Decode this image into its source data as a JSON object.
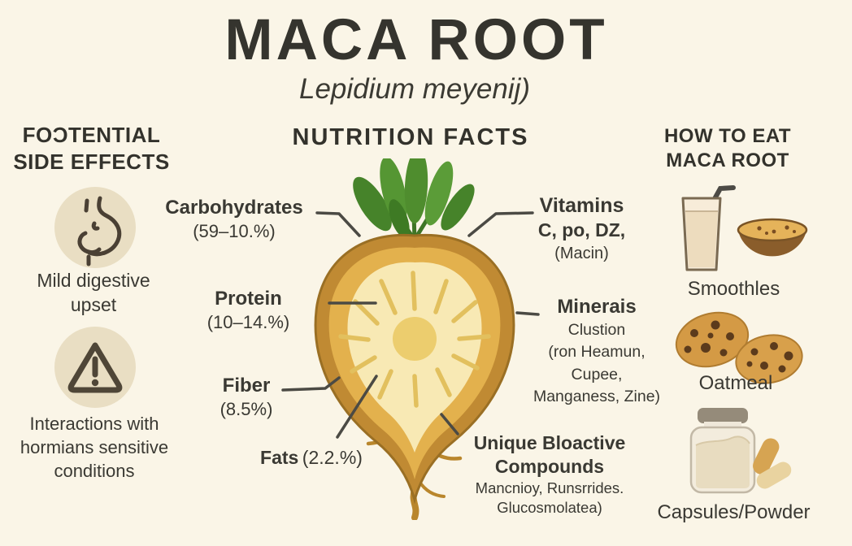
{
  "colors": {
    "background": "#FAF5E7",
    "text": "#3A3933",
    "icon_circle_tan": "#E9DEC3",
    "root_outer": "#C08A33",
    "root_ring": "#E3B14D",
    "root_flesh": "#F8E9B4",
    "leaf_green": "#4F8D2E",
    "leader_line": "#4B4A44"
  },
  "header": {
    "title": "MACA ROOT",
    "subtitle": "Lepidium meyenij)"
  },
  "side_effects": {
    "heading": "FOƆTENTIAL\nSIDE EFFECTS",
    "items": [
      {
        "icon": "stomach-icon",
        "label": "Mild digestive\nupset"
      },
      {
        "icon": "warning-triangle-icon",
        "label": "Interactions with\nhormians sensitive\nconditions"
      }
    ]
  },
  "nutrition": {
    "heading": "NUTRITION FACTS",
    "carbohydrates": {
      "name": "Carbohydrates",
      "value": "(59–10.%)"
    },
    "protein": {
      "name": "Protein",
      "value": "(10–14.%)"
    },
    "fiber": {
      "name": "Fiber",
      "value": "(8.5%)"
    },
    "fats": {
      "name": "Fats",
      "value": "(2.2.%)"
    },
    "vitamins": {
      "name": "Vitamins",
      "value": "C, po, DZ,",
      "note": "(Macin)"
    },
    "minerals": {
      "name": "Minerais",
      "value": "Clustion\n(ron Heamun,\nCupee,\nManganess, Zine)"
    },
    "bioactive": {
      "name": "Unique Bloactive\nCompounds",
      "value": "Mancnioy, Runsrrides.\nGlucosmolatea)"
    }
  },
  "how_to_eat": {
    "heading": "HOW TO EAT\nMACA ROOT",
    "items": [
      {
        "icon": "smoothie-and-bowl-icon",
        "label": "Smoothles"
      },
      {
        "icon": "cookies-icon",
        "label": "Oatmeal"
      },
      {
        "icon": "capsule-jar-icon",
        "label": "Capsules/Powder"
      }
    ]
  }
}
